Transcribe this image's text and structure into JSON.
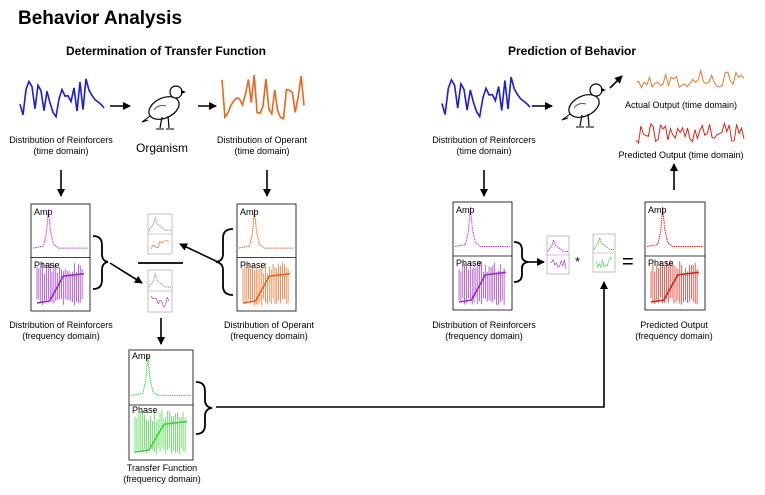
{
  "title": "Behavior Analysis",
  "left_section": {
    "title": "Determination of Transfer Function",
    "reinforcers_time_caption": [
      "Distribution of Reinforcers",
      "(time domain)"
    ],
    "organism_label": "Organism",
    "operant_time_caption": [
      "Distribution of Operant",
      "(time domain)"
    ],
    "reinforcers_freq_caption": [
      "Distribution of Reinforcers",
      "(frequency domain)"
    ],
    "operant_freq_caption": [
      "Distribution of Operant",
      "(frequency domain)"
    ],
    "transfer_caption": [
      "Transfer Function",
      "(frequency domain)"
    ]
  },
  "right_section": {
    "title": "Prediction of Behavior",
    "reinforcers_time_caption": [
      "Distribution of Reinforcers",
      "(time domain)"
    ],
    "actual_output_caption": "Actual Output (time domain)",
    "predicted_output_time_caption": "Predicted Output (time domain)",
    "reinforcers_freq_caption": [
      "Distribution of Reinforcers",
      "(frequency domain)"
    ],
    "predicted_output_freq_caption": [
      "Predicted Output",
      "(frequency domain)"
    ],
    "multiply_symbol": "*",
    "equals_symbol": "="
  },
  "panel_labels": {
    "amp": "Amp",
    "phase": "Phase"
  },
  "colors": {
    "reinforcers_time": "#1c1cd4",
    "operant": "#e8671c",
    "reinforcers_freq": "#9a2cc4",
    "reinforcers_amp": "#c040c8",
    "transfer": "#3ad43a",
    "predicted": "#d4281c",
    "actual_output": "#e8782c",
    "arrow": "#000000"
  },
  "icons": [
    "bird-icon",
    "left-brace-icon",
    "arrow-icon"
  ]
}
